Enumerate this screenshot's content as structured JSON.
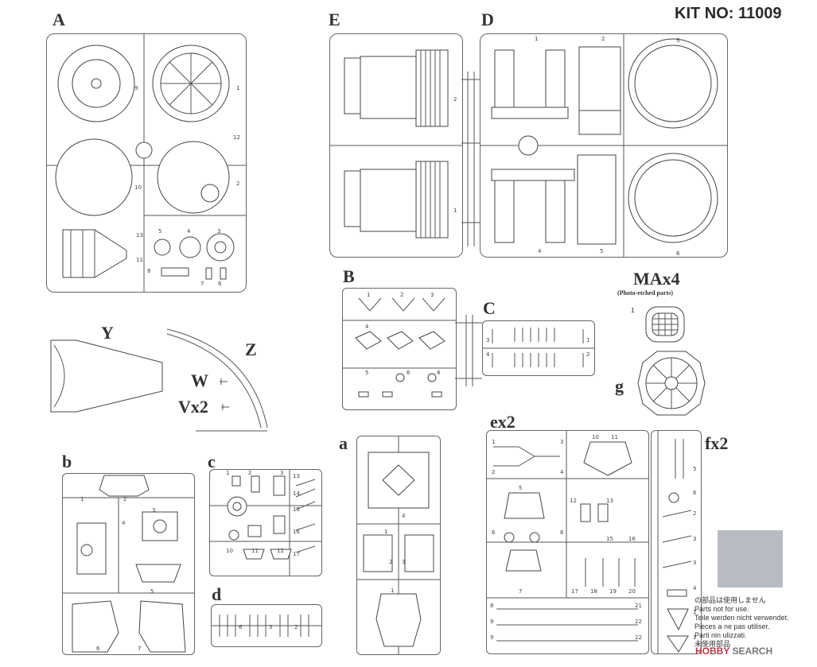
{
  "kit_no": "KIT NO: 11009",
  "labels": {
    "A": "A",
    "E": "E",
    "D": "D",
    "B": "B",
    "C": "C",
    "Y": "Y",
    "Z": "Z",
    "W": "W",
    "Vx2": "Vx2",
    "b": "b",
    "c": "c",
    "d": "d",
    "a": "a",
    "ex2": "ex2",
    "fx2": "fx2",
    "g": "g"
  },
  "ma": {
    "title": "MAx4",
    "subtitle": "(Photo-etched parts)",
    "part_num": "1"
  },
  "notice": {
    "lines": [
      "の部品は使用しません",
      "Parts not for use.",
      "Teile werden nicht verwendet.",
      "Pieces a ne pas utiliser.",
      "Parti nin ulizzati.",
      "未使用部品"
    ],
    "swatch_color": "#b7bcc2"
  },
  "watermark": {
    "brand": "HOBBY",
    "rest": " SEARCH"
  }
}
